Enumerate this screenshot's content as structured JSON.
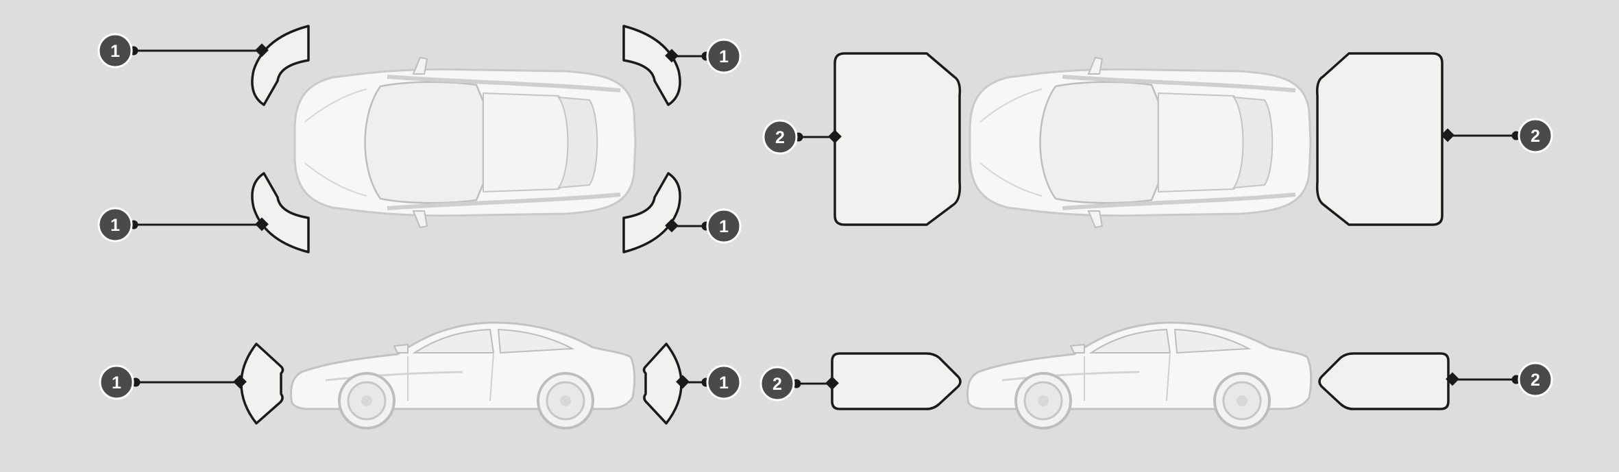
{
  "figure": {
    "background": "#dcdddc",
    "zone_fill": "#f1f1f0",
    "outline_color": "#1a1a1a",
    "badge_fill": "#4a4a4a",
    "badge_stroke": "#ffffff",
    "car_body": "#f7f7f7",
    "car_shade": "#cfcfcf"
  },
  "panels": [
    {
      "name": "top-view-corner-sensors",
      "callouts": [
        {
          "label": "1"
        },
        {
          "label": "1"
        },
        {
          "label": "1"
        },
        {
          "label": "1"
        }
      ]
    },
    {
      "name": "top-view-front-rear-sensors",
      "callouts": [
        {
          "label": "2"
        },
        {
          "label": "2"
        }
      ]
    },
    {
      "name": "side-view-corner-sensors",
      "callouts": [
        {
          "label": "1"
        },
        {
          "label": "1"
        }
      ]
    },
    {
      "name": "side-view-front-rear-sensors",
      "callouts": [
        {
          "label": "2"
        },
        {
          "label": "2"
        }
      ]
    }
  ]
}
